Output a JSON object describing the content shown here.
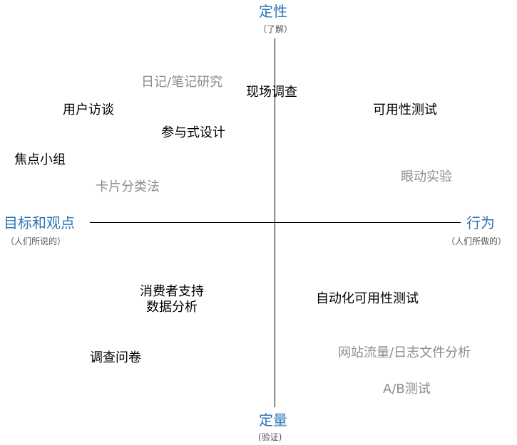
{
  "axes": {
    "top": {
      "title": "定性",
      "sub": "（了解）"
    },
    "bottom": {
      "title": "定量",
      "sub": "(验证)"
    },
    "left": {
      "title": "目标和观点",
      "sub": "（人们所说的）"
    },
    "right": {
      "title": "行为",
      "sub": "（人们所做的）"
    }
  },
  "methods": [
    {
      "id": "diary",
      "label": "日记/笔记研究",
      "tone": "gray"
    },
    {
      "id": "field",
      "label": "现场调查",
      "tone": "dark"
    },
    {
      "id": "interview",
      "label": "用户访谈",
      "tone": "dark"
    },
    {
      "id": "usability",
      "label": "可用性测试",
      "tone": "dark"
    },
    {
      "id": "participatory",
      "label": "参与式设计",
      "tone": "dark"
    },
    {
      "id": "focus",
      "label": "焦点小组",
      "tone": "dark"
    },
    {
      "id": "eyetracking",
      "label": "眼动实验",
      "tone": "gray"
    },
    {
      "id": "cardsort",
      "label": "卡片分类法",
      "tone": "gray"
    },
    {
      "id": "support",
      "label": [
        "消费者支持",
        "数据分析"
      ],
      "tone": "dark"
    },
    {
      "id": "auto",
      "label": "自动化可用性测试",
      "tone": "dark"
    },
    {
      "id": "survey",
      "label": "调查问卷",
      "tone": "dark"
    },
    {
      "id": "weblog",
      "label": "网站流量/日志文件分析",
      "tone": "gray"
    },
    {
      "id": "ab",
      "label": "A/B测试",
      "tone": "gray"
    }
  ]
}
